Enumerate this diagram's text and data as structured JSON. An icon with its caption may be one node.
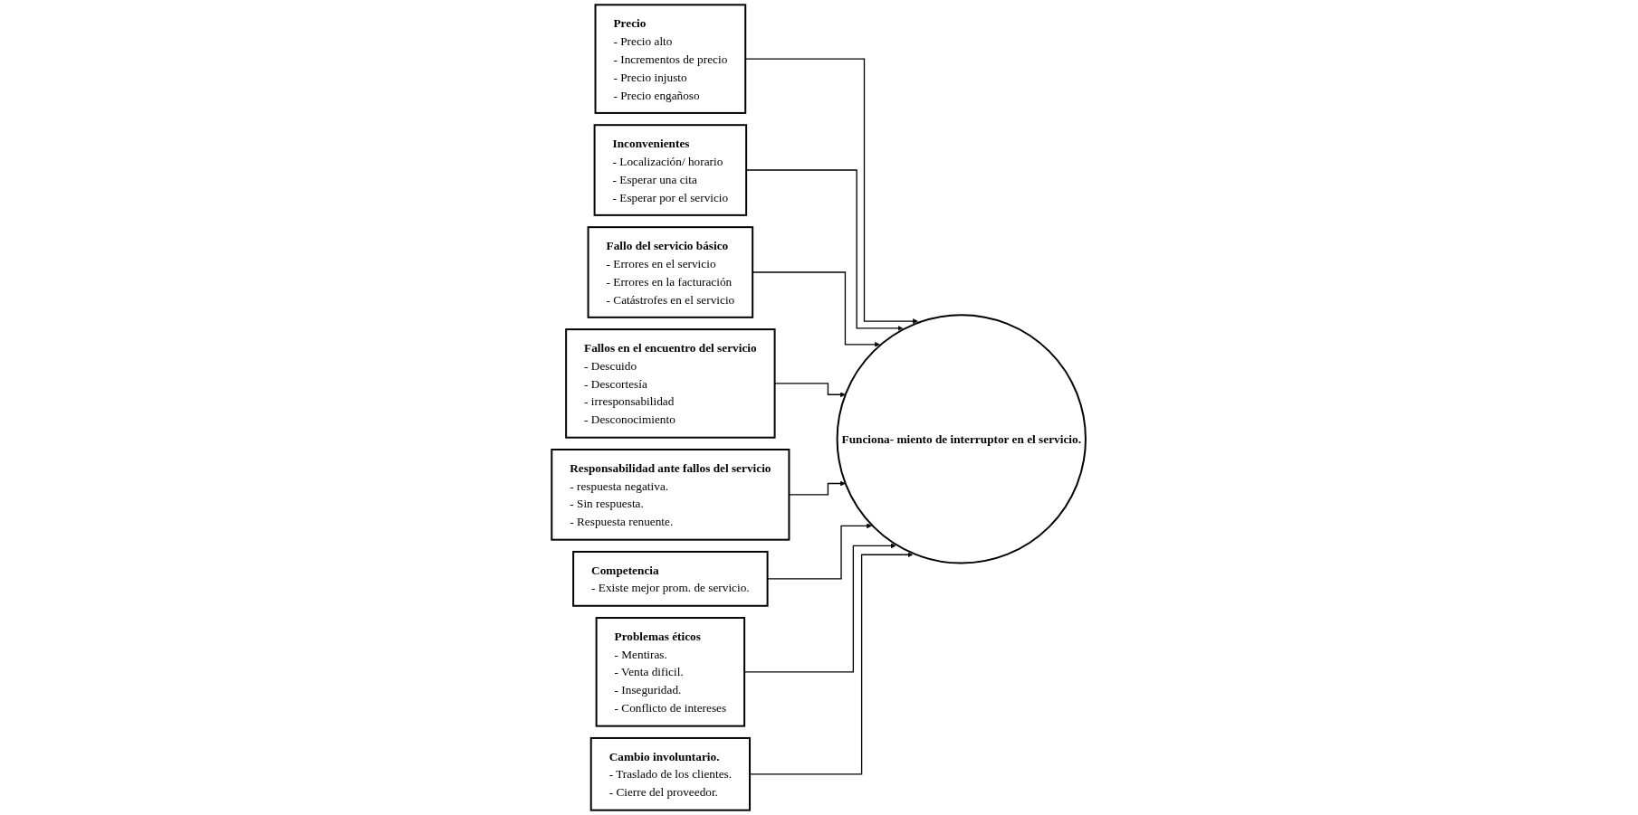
{
  "diagram": {
    "nodes": [
      {
        "text": [
          "Precio",
          "- Precio alto",
          "- Incrementos de precio",
          "- Precio injusto",
          "- Precio engañoso"
        ]
      },
      {
        "text": [
          "Inconvenientes",
          "- Localización/ horario",
          "- Esperar una cita",
          "- Esperar por el servicio"
        ]
      },
      {
        "text": [
          "Fallo del servicio básico",
          "- Errores en el servicio",
          "- Errores en la facturación",
          "- Catástrofes en el servicio"
        ]
      },
      {
        "text": [
          "Fallos en el encuentro del servicio",
          "- Descuido",
          "- Descortesía",
          "- irresponsabilidad",
          "- Desconocimiento"
        ]
      },
      {
        "text": [
          "Funciona- miento de interruptor en el servicio."
        ]
      },
      {
        "text": [
          "Responsabilidad ante fallos del servicio",
          "- respuesta negativa.",
          "- Sin respuesta.",
          "- Respuesta renuente."
        ]
      },
      {
        "text": [
          "Competencia",
          "- Existe mejor prom. de servicio."
        ]
      },
      {
        "text": [
          "Problemas éticos",
          "- Mentiras.",
          "- Venta dificil.",
          "- Inseguridad.",
          "- Conflicto de intereses"
        ]
      },
      {
        "text": [
          "Cambio involuntario.",
          "- Traslado de los clientes.",
          "- Cierre del proveedor."
        ]
      }
    ],
    "edges": [
      {
        "from": 0,
        "to": 4,
        "arrow": "to"
      },
      {
        "from": 1,
        "to": 4,
        "arrow": "to"
      },
      {
        "from": 2,
        "to": 4,
        "arrow": "to"
      },
      {
        "from": 3,
        "to": 4,
        "arrow": "to"
      },
      {
        "from": 5,
        "to": 4,
        "arrow": "to"
      },
      {
        "from": 6,
        "to": 4,
        "arrow": "to"
      },
      {
        "from": 7,
        "to": 4,
        "arrow": "to"
      },
      {
        "from": 8,
        "to": 4,
        "arrow": "to"
      }
    ]
  }
}
